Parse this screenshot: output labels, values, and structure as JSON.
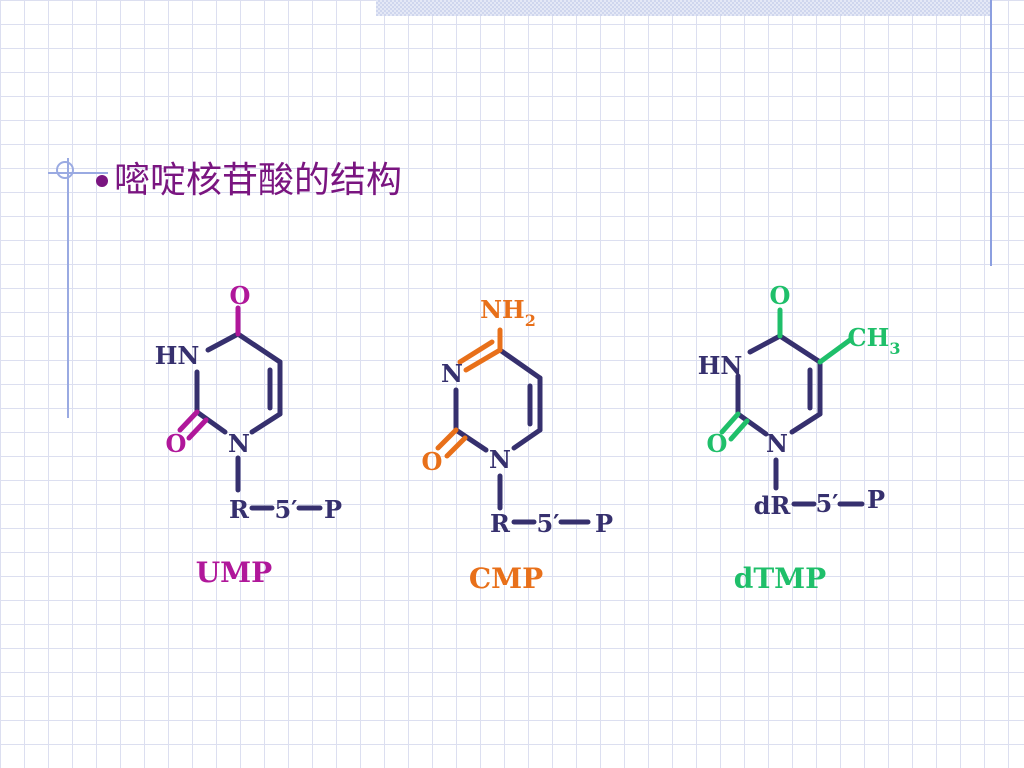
{
  "title": "嘧啶核苷酸的结构",
  "colors": {
    "bond": "#36306e",
    "ump": "#b0179a",
    "cmp": "#e8701a",
    "dtmp": "#1fbf6a",
    "title": "#7a1580",
    "grid": "#dcdff0",
    "frame": "#9aaae2"
  },
  "structures": [
    {
      "name": "UMP",
      "atoms": {
        "top": "O",
        "n3": "HN",
        "c2o": "O",
        "n1": "N",
        "sugar": "R",
        "pos": "5′",
        "phosphate": "P"
      }
    },
    {
      "name": "CMP",
      "atoms": {
        "top_main": "NH",
        "top_sub": "2",
        "n3": "N",
        "c2o": "O",
        "n1": "N",
        "sugar": "R",
        "pos": "5′",
        "phosphate": "P"
      }
    },
    {
      "name": "dTMP",
      "atoms": {
        "top": "O",
        "methyl_main": "CH",
        "methyl_sub": "3",
        "n3": "HN",
        "c2o": "O",
        "n1": "N",
        "sugar": "dR",
        "pos": "5′",
        "phosphate": "P"
      }
    }
  ]
}
